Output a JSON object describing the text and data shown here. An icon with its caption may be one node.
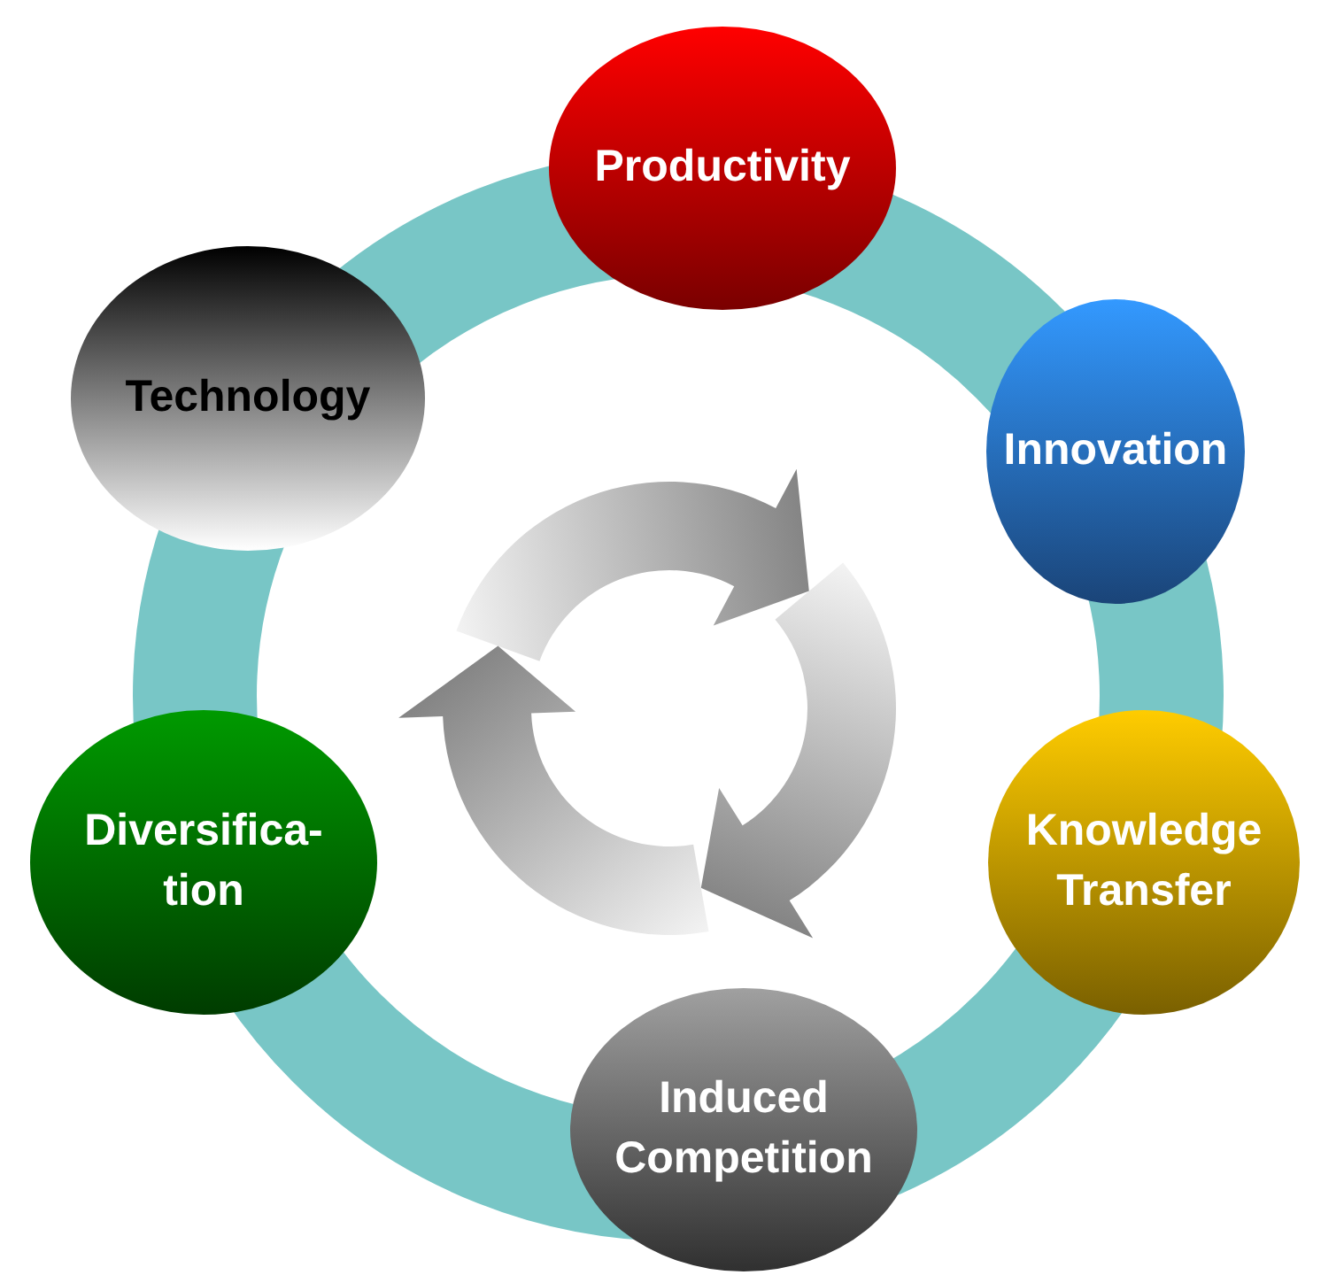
{
  "diagram": {
    "nodes": [
      {
        "text": [
          "Productivity"
        ]
      },
      {
        "text": [
          "Innovation"
        ]
      },
      {
        "text": [
          "Knowledge Transfer"
        ]
      },
      {
        "text": [
          "Induced Competition"
        ]
      },
      {
        "text": [
          "Diversifica-tion"
        ]
      },
      {
        "text": [
          "Technology"
        ]
      }
    ]
  }
}
